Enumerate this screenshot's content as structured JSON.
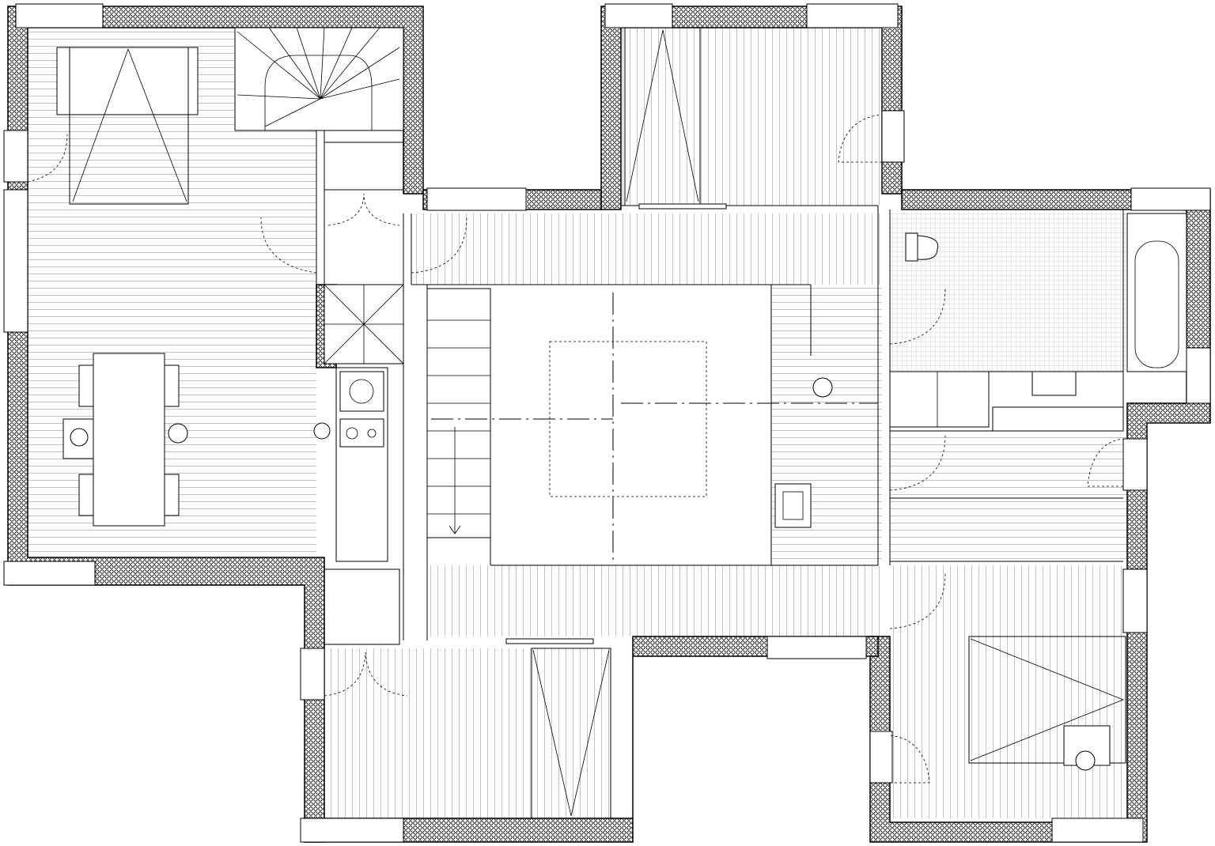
{
  "drawing": {
    "type": "floor-plan",
    "rooms": [
      "living-dining",
      "kitchen",
      "stair-hall",
      "central-void",
      "bedroom-north",
      "bathroom",
      "corridor-east",
      "bedroom-southeast",
      "bedroom-south"
    ]
  },
  "colors": {
    "line": "#000000",
    "background": "#ffffff",
    "floor-hatch": "#9a9a9a"
  },
  "icons": [
    "door-swing-icon",
    "bed-icon",
    "sofa-icon",
    "chair-icon",
    "stair-icon",
    "toilet-icon",
    "bathtub-icon",
    "hob-icon",
    "sink-icon"
  ]
}
